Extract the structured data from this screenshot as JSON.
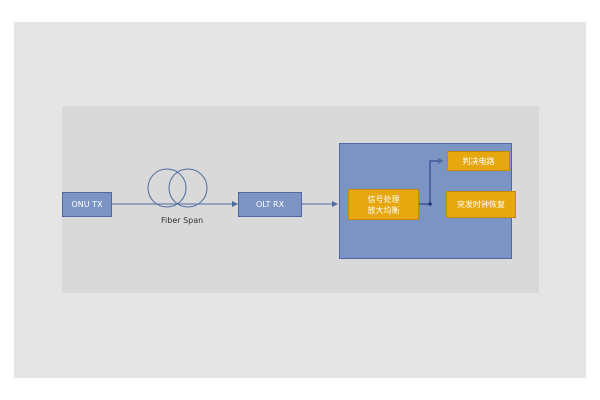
{
  "colors": {
    "background": "#e5e5e5",
    "slide": "#d9d9d9",
    "box_blue": "#7b94c4",
    "box_orange": "#e6a70f",
    "line": "#4f6aa3"
  },
  "nodes": {
    "onu_tx": "ONU TX",
    "fiber_span_label": "Fiber Span",
    "olt_rx": "OLT RX",
    "signal_processing_line1": "信号处理",
    "signal_processing_line2": "放大均衡",
    "decision_circuit": "判决电路",
    "burst_clock_recovery": "突发时钟恢复"
  },
  "icons": {
    "fiber_coil": "fiber-coil-icon"
  }
}
